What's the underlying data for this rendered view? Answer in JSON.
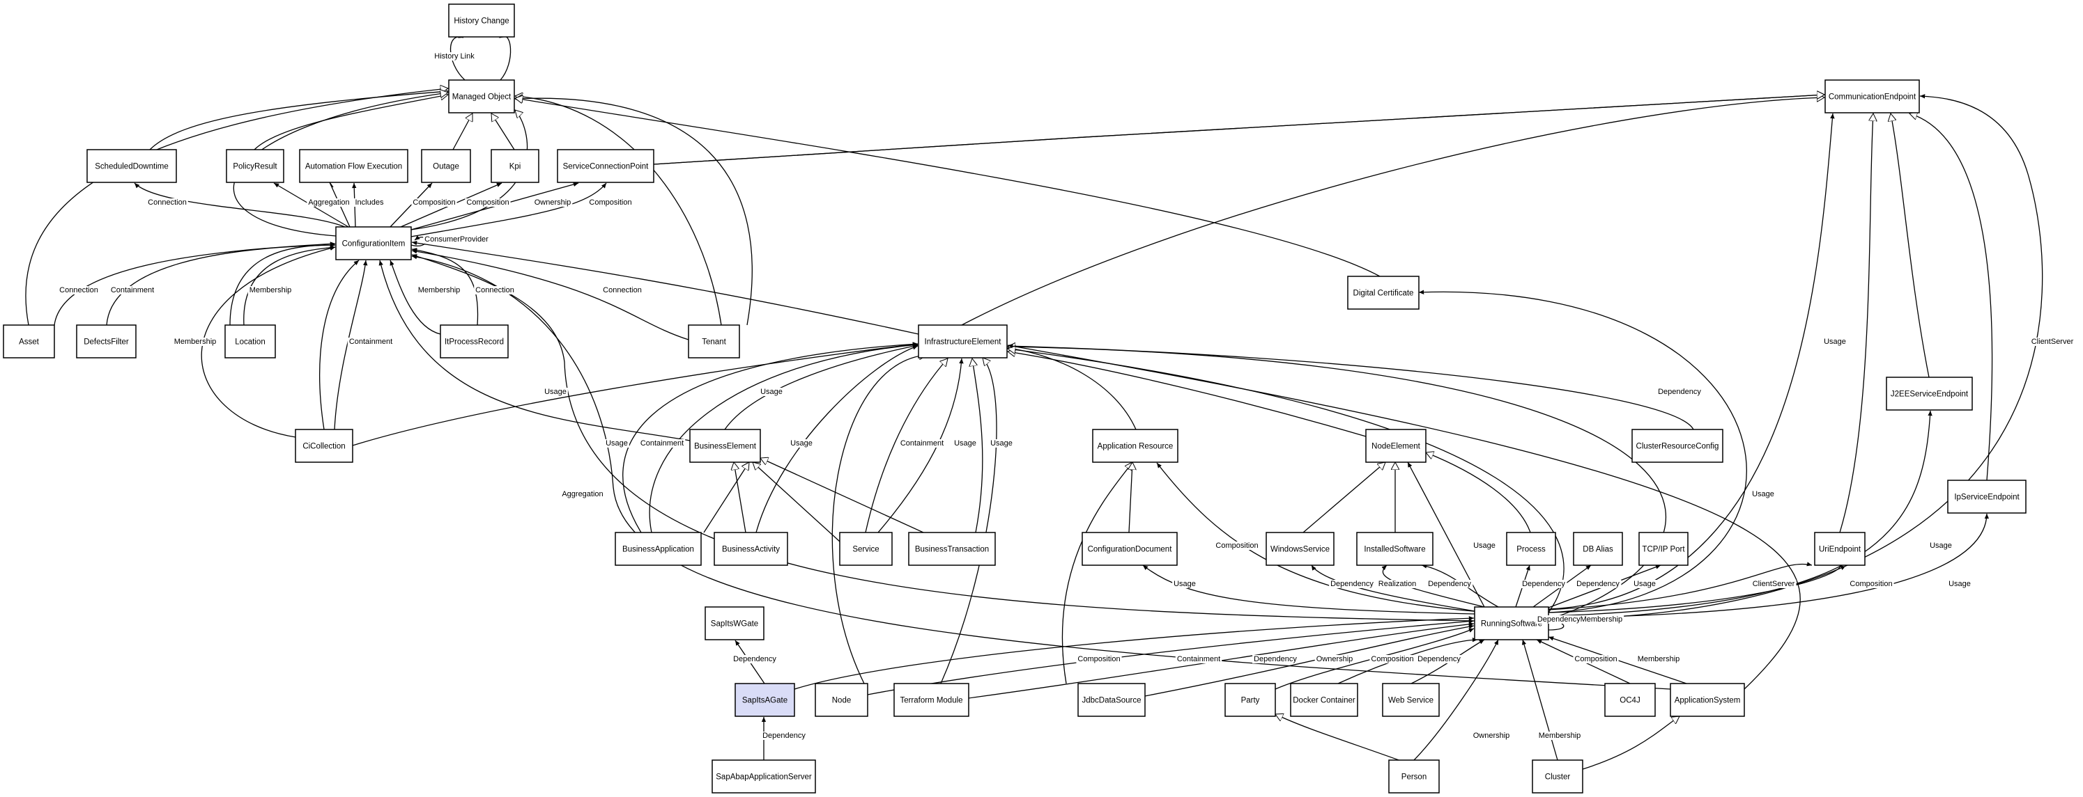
{
  "nodes": {
    "history_change": "History Change",
    "managed_object": "Managed Object",
    "communication_endpoint": "CommunicationEndpoint",
    "scheduled_downtime": "ScheduledDowntime",
    "policy_result": "PolicyResult",
    "automation_flow_execution": "Automation Flow Execution",
    "outage": "Outage",
    "kpi": "Kpi",
    "service_connection_point": "ServiceConnectionPoint",
    "configuration_item": "ConfigurationItem",
    "digital_certificate": "Digital Certificate",
    "asset": "Asset",
    "defects_filter": "DefectsFilter",
    "location": "Location",
    "it_process_record": "ItProcessRecord",
    "tenant": "Tenant",
    "infrastructure_element": "InfrastructureElement",
    "j2ee_service_endpoint": "J2EEServiceEndpoint",
    "ci_collection": "CiCollection",
    "business_element": "BusinessElement",
    "application_resource": "Application Resource",
    "node_element": "NodeElement",
    "cluster_resource_config": "ClusterResourceConfig",
    "ip_service_endpoint": "IpServiceEndpoint",
    "business_application": "BusinessApplication",
    "business_activity": "BusinessActivity",
    "service": "Service",
    "business_transaction": "BusinessTransaction",
    "configuration_document": "ConfigurationDocument",
    "windows_service": "WindowsService",
    "installed_software": "InstalledSoftware",
    "process": "Process",
    "db_alias": "DB Alias",
    "tcpip_port": "TCP/IP Port",
    "uri_endpoint": "UriEndpoint",
    "sap_its_wgate": "SapItsWGate",
    "running_software": "RunningSoftware",
    "sap_its_agate": "SapItsAGate",
    "node": "Node",
    "terraform_module": "Terraform Module",
    "jdbc_data_source": "JdbcDataSource",
    "party": "Party",
    "docker_container": "Docker Container",
    "web_service": "Web Service",
    "oc4j": "OC4J",
    "application_system": "ApplicationSystem",
    "sap_abap_application_server": "SapAbapApplicationServer",
    "person": "Person",
    "cluster": "Cluster"
  },
  "edge_labels": {
    "history_link": "History Link",
    "connection": "Connection",
    "aggregation": "Aggregation",
    "includes": "Includes",
    "composition": "Composition",
    "ownership": "Ownership",
    "consumer_provider": "ConsumerProvider",
    "containment": "Containment",
    "membership": "Membership",
    "usage": "Usage",
    "dependency": "Dependency",
    "client_server": "ClientServer",
    "realization": "Realization",
    "dependency_membership": "DependencyMembership"
  },
  "colors": {
    "highlight": "#d9dcf7",
    "line": "#000000",
    "background": "#ffffff"
  }
}
